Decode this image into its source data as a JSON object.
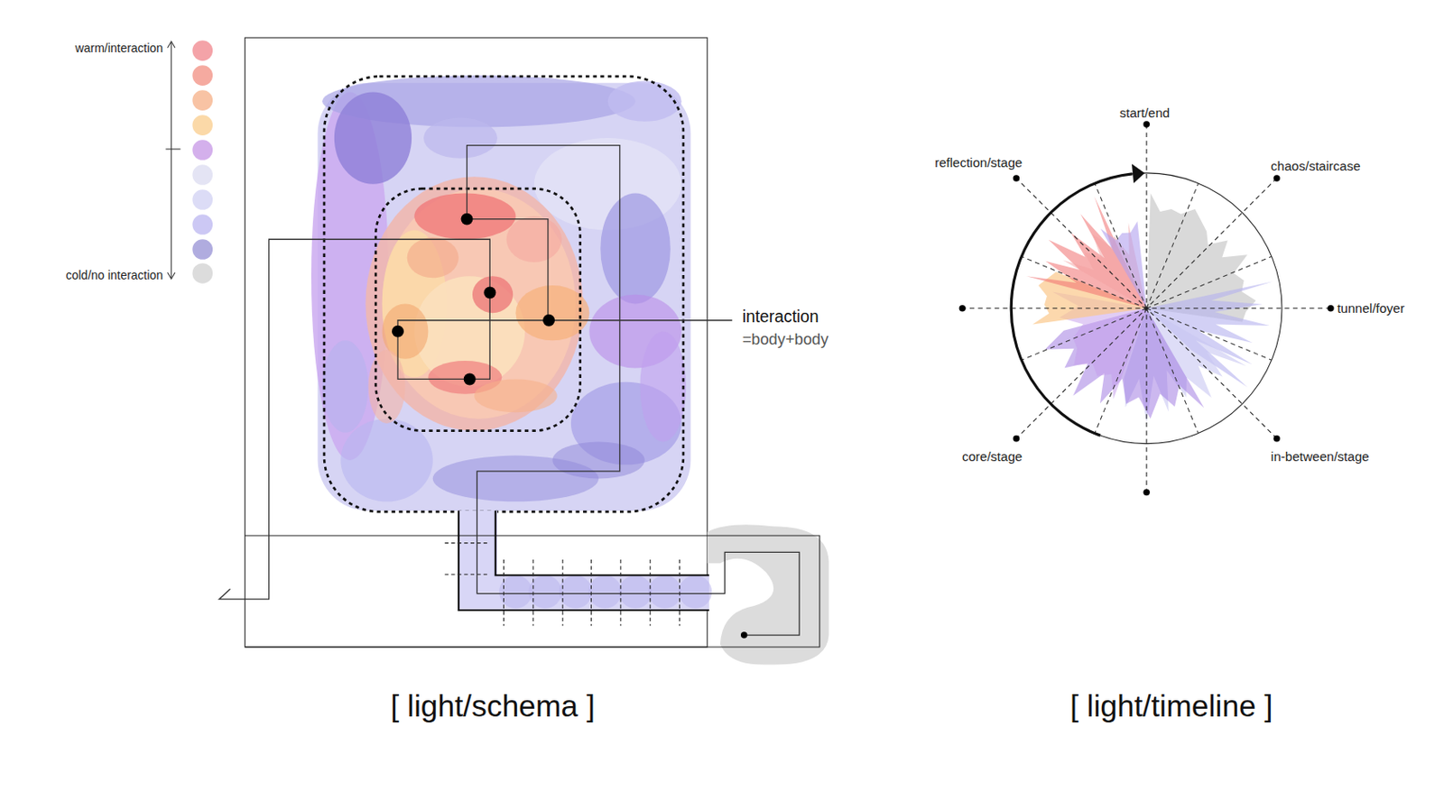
{
  "diagram": {
    "labels": [
      "interaction",
      "=body+body",
      "[ light/schema ]",
      "start/end",
      "chaos/staircase",
      "reflection/stage",
      "tunnel/foyer",
      "in-between/stage",
      "core/stage",
      "[ light/timeline ]"
    ],
    "legend": [
      {
        "text": "warm/interaction",
        "color": "#f4a3a8"
      },
      {
        "text": "cold/no interaction",
        "color": "#dcdcdc"
      }
    ]
  }
}
